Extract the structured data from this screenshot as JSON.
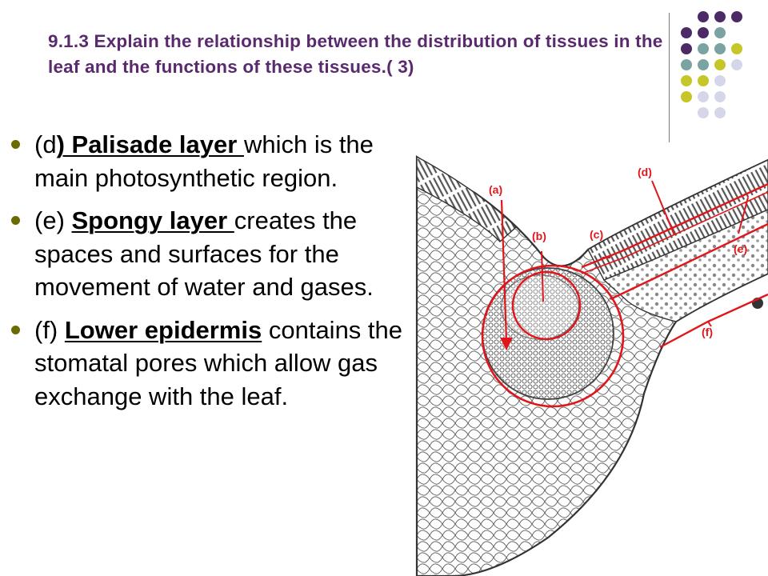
{
  "slide": {
    "title": "9.1.3 Explain the relationship between the distribution of tissues in the leaf and the functions of these tissues.( 3)",
    "bullets": [
      {
        "pre": "(d",
        "term": ") Palisade layer ",
        "post": "which is the main photosynthetic region."
      },
      {
        "pre": "(e) ",
        "term": "Spongy layer ",
        "post": "creates the spaces and surfaces for the movement of water and gases."
      },
      {
        "pre": "(f) ",
        "term": "Lower epidermis",
        "post": " contains the stomatal pores which allow gas exchange with the leaf."
      }
    ]
  },
  "figure": {
    "labels": {
      "a": "(a)",
      "b": "(b)",
      "c": "(c)",
      "d": "(d)",
      "e": "(e)",
      "f": "(f)"
    }
  },
  "theme": {
    "title_color": "#5a2a6e",
    "bullet_color": "#6b6b00",
    "annotation_color": "#e0161c",
    "dot_colors": {
      "purple": "#4b2a66",
      "teal": "#7ba3a2",
      "olive": "#c6c628",
      "lavender": "#d6d6ea"
    }
  }
}
